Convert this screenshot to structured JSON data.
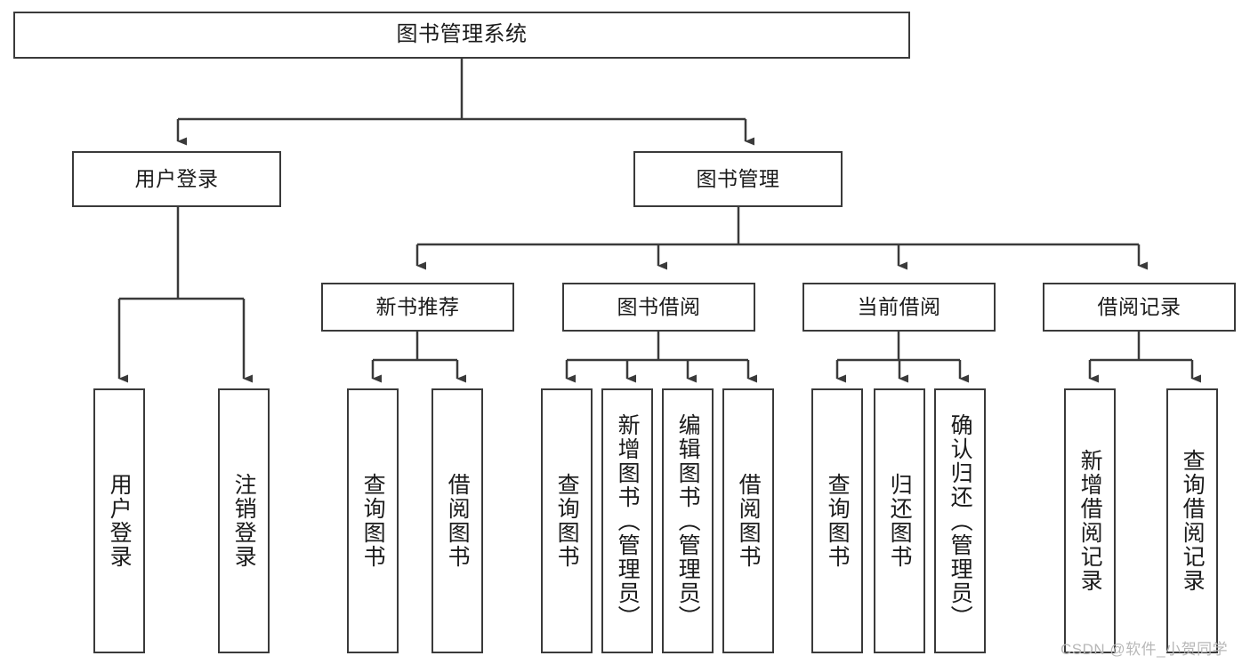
{
  "diagram": {
    "title": "图书管理系统",
    "watermark": "CSDN @软件_小贺同学",
    "stroke_color": "#3a3a3a",
    "text_color": "#1b1b1b",
    "background_color": "#ffffff",
    "watermark_color": "#b8b8b8"
  },
  "nodes": {
    "root": {
      "label": "图书管理系统",
      "level": 1
    },
    "user_login": {
      "label": "用户登录",
      "level": 2
    },
    "book_manage": {
      "label": "图书管理",
      "level": 2
    },
    "new_book_rec": {
      "label": "新书推荐",
      "level": 3
    },
    "book_borrow": {
      "label": "图书借阅",
      "level": 3
    },
    "current_borrow": {
      "label": "当前借阅",
      "level": 3
    },
    "borrow_record": {
      "label": "借阅记录",
      "level": 3
    },
    "leaf_user_login": {
      "label": "用户登录",
      "level": 4
    },
    "leaf_logout": {
      "label": "注销登录",
      "level": 4
    },
    "leaf_query_book_1": {
      "label": "查询图书",
      "level": 4
    },
    "leaf_borrow_book_1": {
      "label": "借阅图书",
      "level": 4
    },
    "leaf_query_book_2": {
      "label": "查询图书",
      "level": 4
    },
    "leaf_add_book": {
      "label": "新增图书（管理员）",
      "level": 4
    },
    "leaf_edit_book": {
      "label": "编辑图书（管理员）",
      "level": 4
    },
    "leaf_borrow_book_2": {
      "label": "借阅图书",
      "level": 4
    },
    "leaf_query_book_3": {
      "label": "查询图书",
      "level": 4
    },
    "leaf_return_book": {
      "label": "归还图书",
      "level": 4
    },
    "leaf_confirm_return": {
      "label": "确认归还（管理员）",
      "level": 4
    },
    "leaf_add_record": {
      "label": "新增借阅记录",
      "level": 4
    },
    "leaf_query_record": {
      "label": "查询借阅记录",
      "level": 4
    }
  },
  "chart_data": {
    "type": "diagram",
    "title": "图书管理系统",
    "layout": "top-down-tree",
    "tree": {
      "name": "图书管理系统",
      "children": [
        {
          "name": "用户登录",
          "children": [
            {
              "name": "用户登录"
            },
            {
              "name": "注销登录"
            }
          ]
        },
        {
          "name": "图书管理",
          "children": [
            {
              "name": "新书推荐",
              "children": [
                {
                  "name": "查询图书"
                },
                {
                  "name": "借阅图书"
                }
              ]
            },
            {
              "name": "图书借阅",
              "children": [
                {
                  "name": "查询图书"
                },
                {
                  "name": "新增图书（管理员）"
                },
                {
                  "name": "编辑图书（管理员）"
                },
                {
                  "name": "借阅图书"
                }
              ]
            },
            {
              "name": "当前借阅",
              "children": [
                {
                  "name": "查询图书"
                },
                {
                  "name": "归还图书"
                },
                {
                  "name": "确认归还（管理员）"
                }
              ]
            },
            {
              "name": "借阅记录",
              "children": [
                {
                  "name": "新增借阅记录"
                },
                {
                  "name": "查询借阅记录"
                }
              ]
            }
          ]
        }
      ]
    }
  }
}
